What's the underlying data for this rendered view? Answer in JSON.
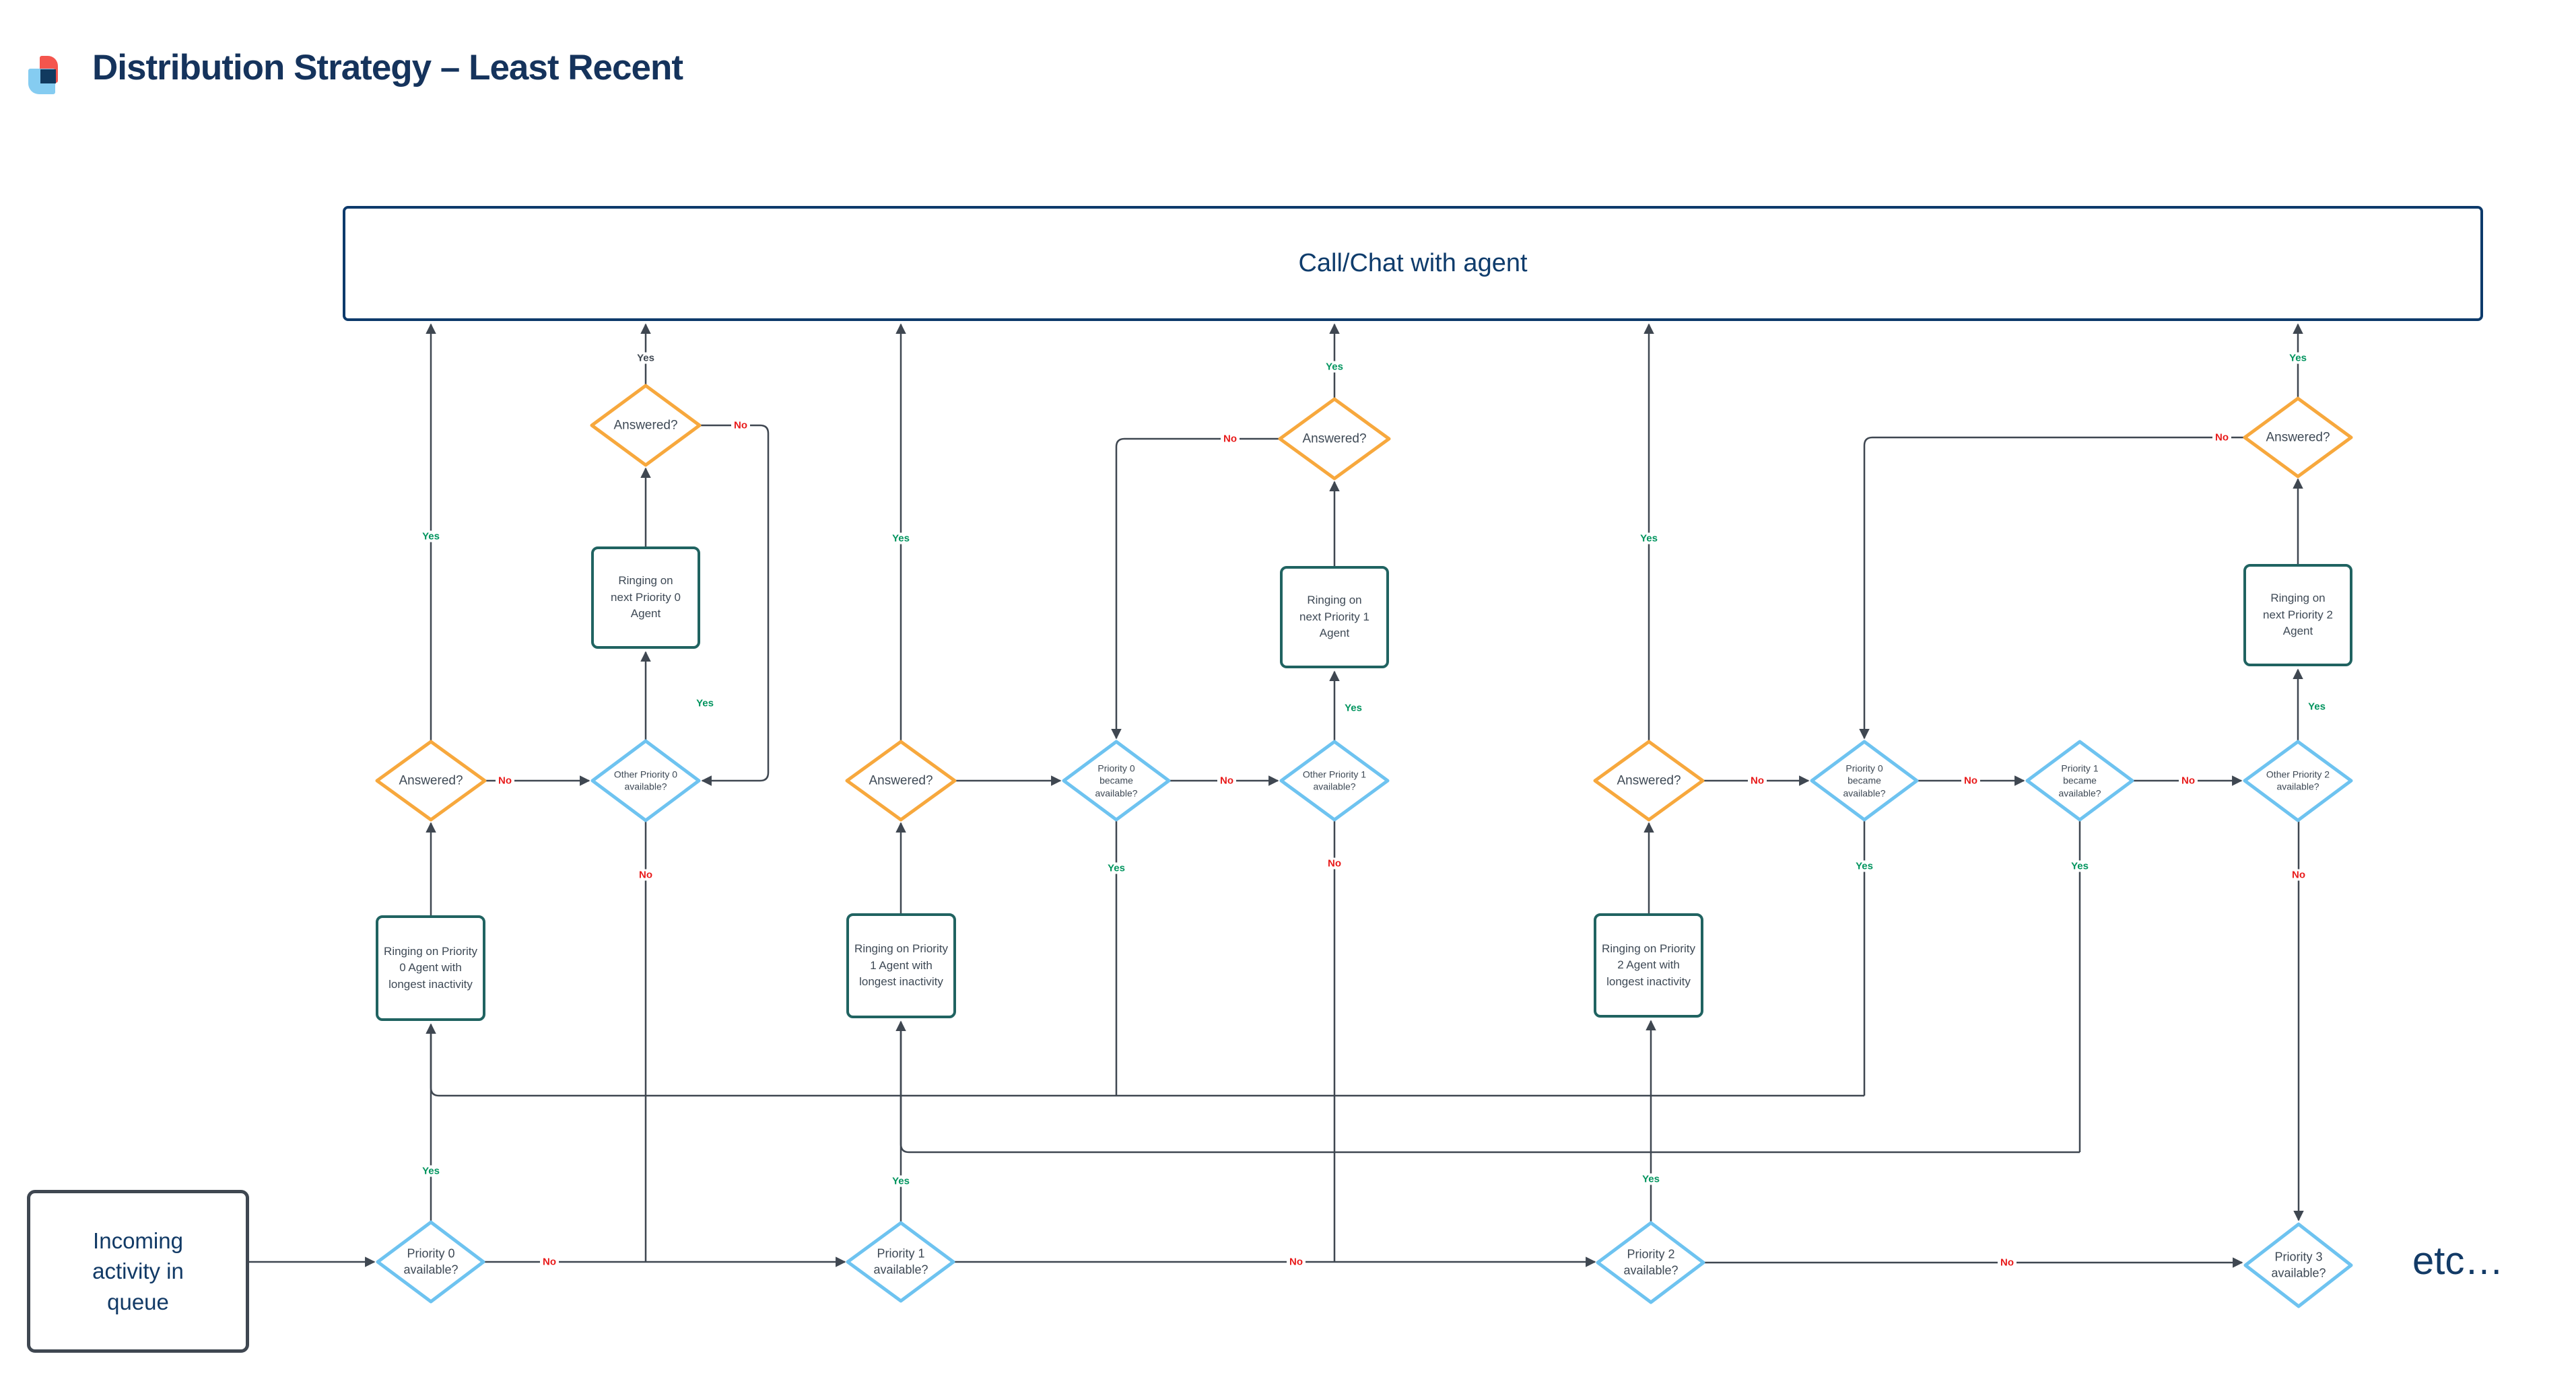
{
  "header": {
    "title": "Distribution Strategy – Least Recent"
  },
  "top_box": {
    "label": "Call/Chat with agent"
  },
  "start_box": {
    "label": "Incoming activity in queue"
  },
  "etc_label": "etc…",
  "decisions": {
    "answered": "Answered?",
    "p0_available": "Priority 0 available?",
    "p1_available": "Priority 1 available?",
    "p2_available": "Priority 2 available?",
    "p3_available": "Priority 3 available?",
    "other_p0": "Other Priority 0 available?",
    "other_p1": "Other Priority 1 available?",
    "other_p2": "Other Priority 2 available?",
    "p0_became": "Priority 0 became available?",
    "p1_became": "Priority 1 became available?"
  },
  "processes": {
    "ring_longest_p0": "Ringing on Priority 0 Agent with longest inactivity",
    "ring_longest_p1": "Ringing on Priority 1 Agent with longest inactivity",
    "ring_longest_p2": "Ringing on Priority 2 Agent with longest inactivity",
    "ring_next_p0": "Ringing on next Priority 0 Agent",
    "ring_next_p1": "Ringing on next Priority 1 Agent",
    "ring_next_p2": "Ringing on next Priority 2 Agent"
  },
  "edge_labels": {
    "yes": "Yes",
    "no": "No"
  },
  "colors": {
    "navy": "#123a66",
    "title_navy": "#15335c",
    "line_dark": "#3f4751",
    "orange": "#f7a83d",
    "sky_blue": "#6ec3f0",
    "teal": "#206361",
    "yes_green": "#00945e",
    "no_red": "#e81a1a",
    "logo_red": "#f4554d",
    "logo_blue": "#85ccf1",
    "logo_navy": "#113a5f"
  }
}
